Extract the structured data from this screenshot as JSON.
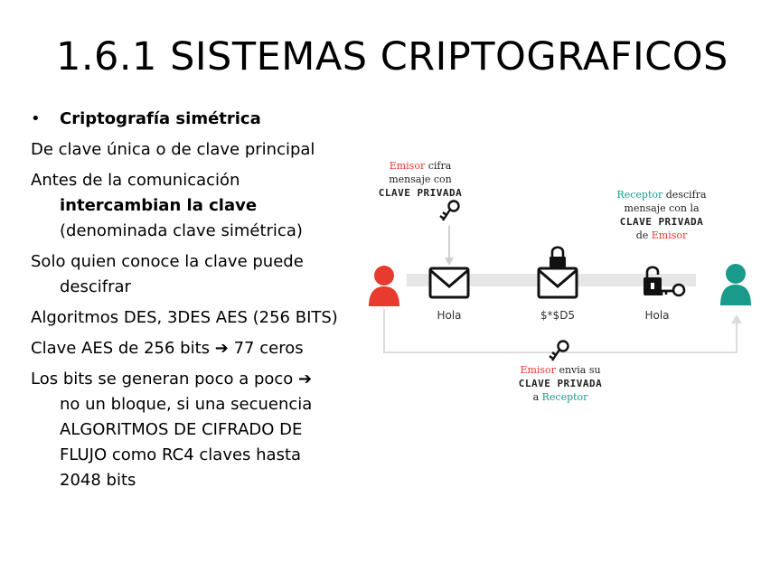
{
  "title": "1.6.1 SISTEMAS CRIPTOGRAFICOS",
  "bullet_symbol": "•",
  "body": {
    "l1": "Criptografía simétrica",
    "l2": "De clave única o de clave principal",
    "l3": "Antes de la comunicación",
    "l4": "intercambian la clave",
    "l5": "(denominada clave simétrica)",
    "l6": "Solo quien conoce la clave puede",
    "l7": "descifrar",
    "l8": "Algoritmos DES, 3DES AES (256 BITS)",
    "l9": "Clave AES de 256 bits",
    "l9b": "77 ceros",
    "l10": "Los bits se generan poco a poco",
    "l11": "no un bloque, si una secuencia",
    "l12": "ALGORITMOS DE CIFRADO DE",
    "l13": "FLUJO como RC4 claves hasta",
    "l14": "2048 bits",
    "arrow": "➔"
  },
  "diagram": {
    "sender_label_1": "Emisor",
    "sender_label_1b": " cifra",
    "sender_label_2": "mensaje con",
    "sender_label_3": "CLAVE PRIVADA",
    "receiver_label_1": "Receptor",
    "receiver_label_1b": " descifra",
    "receiver_label_2": "mensaje con la",
    "receiver_label_3": "CLAVE PRIVADA",
    "receiver_label_4a": "de ",
    "receiver_label_4b": "Emisor",
    "send_label_1": "Emisor",
    "send_label_1b": " envia su",
    "send_label_2": "CLAVE PRIVADA",
    "send_label_3a": "a ",
    "send_label_3b": "Receptor",
    "msg_plain_1": "Hola",
    "msg_cipher": "$*$D5",
    "msg_plain_2": "Hola",
    "colors": {
      "sender": "#e63b2e",
      "receiver": "#1a9a8a",
      "line": "#e6e6e6",
      "icon": "#111111"
    }
  }
}
